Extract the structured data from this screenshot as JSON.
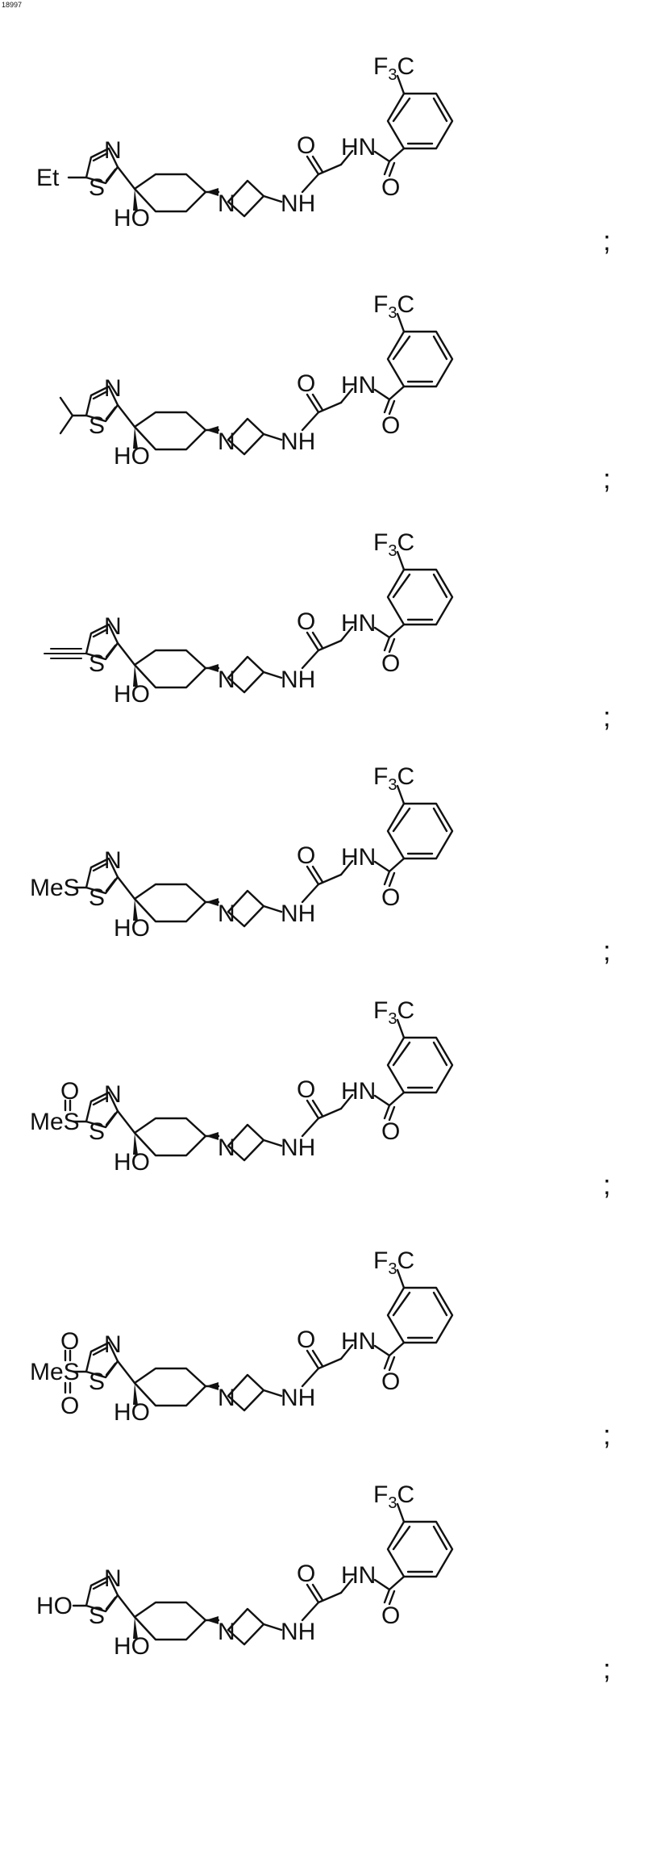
{
  "page_number": "18997",
  "structures": [
    {
      "substituent": "Et",
      "substituent_type": "text",
      "separator": ";"
    },
    {
      "substituent": "",
      "substituent_type": "isopropyl",
      "separator": ";"
    },
    {
      "substituent": "",
      "substituent_type": "ethynyl",
      "separator": ";"
    },
    {
      "substituent": "MeS",
      "substituent_type": "text",
      "separator": ";"
    },
    {
      "substituent": "MeS",
      "substituent_type": "sulfoxide",
      "separator": ";"
    },
    {
      "substituent": "MeS",
      "substituent_type": "sulfone",
      "separator": ";"
    },
    {
      "substituent": "HO",
      "substituent_type": "text",
      "separator": ";"
    }
  ],
  "labels": {
    "ring_n": "N",
    "ring_s": "S",
    "hydroxyl": "HO",
    "azetidine_n": "N",
    "amide_nh": "NH",
    "carbonyl_o": "O",
    "glycine_hn": "HN",
    "benzamide_o": "O",
    "sulfur_o": "O",
    "cf3_main": "F",
    "cf3_sub": "3",
    "cf3_tail": "C"
  }
}
